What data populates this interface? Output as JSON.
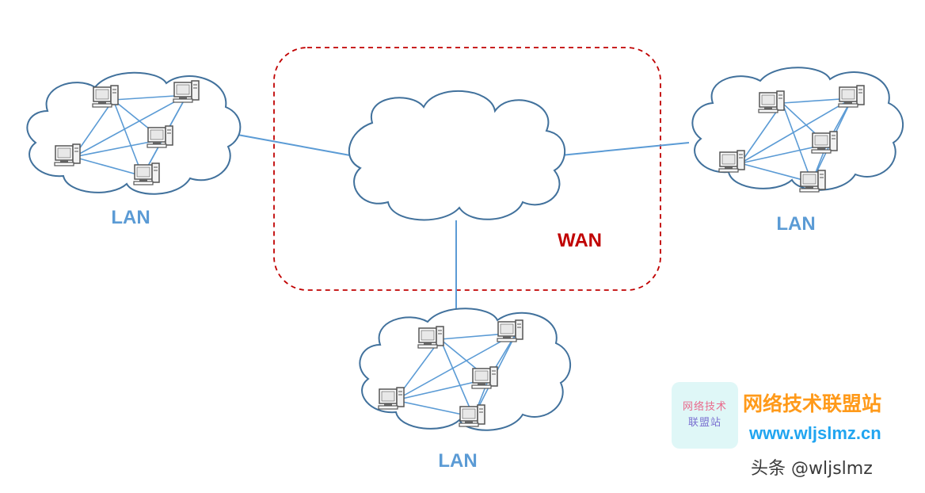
{
  "wan": {
    "label": "WAN"
  },
  "lans": [
    {
      "label": "LAN"
    },
    {
      "label": "LAN"
    },
    {
      "label": "LAN"
    }
  ],
  "branding": {
    "logo_line1": "网络技术",
    "logo_line2": "联盟站",
    "name": "网络技术联盟站",
    "url": "www.wljslmz.cn",
    "watermark": "头条 @wljslmz"
  },
  "colors": {
    "lan_text": "#5b9bd5",
    "wan_text": "#c00000",
    "link": "#5b9bd5",
    "cloud_stroke": "#41719c",
    "brand_orange": "#ff9a1a",
    "brand_blue": "#21a5f0"
  }
}
